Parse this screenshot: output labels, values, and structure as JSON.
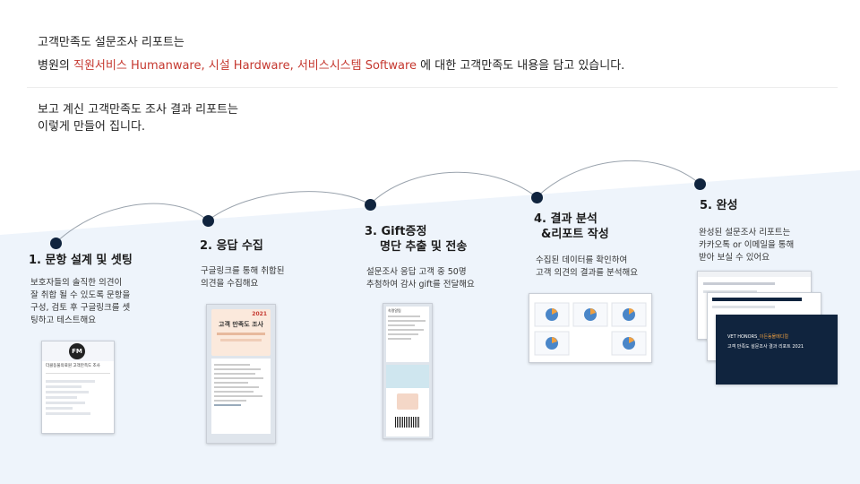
{
  "header": {
    "title": "고객만족도 설문조사 리포트는",
    "line_prefix": "병원의 ",
    "line_accent": "직원서비스 Humanware, 시설 Hardware, 서비스시스템 Software",
    "line_suffix": " 에 대한 고객만족도 내용을 담고 있습니다."
  },
  "intro": {
    "line1": "보고 계신 고객만족도 조사 결과 리포트는",
    "line2": "이렇게 만들어 집니다."
  },
  "steps": [
    {
      "title": "1. 문항 설계 및 셋팅",
      "desc": [
        "보호자들의 솔직한 의견이",
        "잘 취합 될 수 있도록 문항을",
        "구성, 검토 후 구글링크를 셋",
        "팅하고 테스트해요"
      ]
    },
    {
      "title": "2. 응답 수집",
      "desc": [
        "구글링크를 통해 취합된",
        "의견을 수집해요"
      ]
    },
    {
      "title": [
        "3. Gift증정",
        "명단 추출 및 전송"
      ],
      "desc": [
        "설문조사 응답 고객  중 50명",
        "추첨하여 감사 gift를 전달해요"
      ]
    },
    {
      "title": [
        "4. 결과 분석",
        "&리포트 작성"
      ],
      "desc": [
        "수집된 데이터를 확인하여",
        "고객 의견의 결과를 분석해요"
      ]
    },
    {
      "title": "5. 완성",
      "desc": [
        "완성된 설문조사 리포트는",
        "카카오톡 or 이메일을 통해",
        "받아 보실 수 있어요"
      ]
    }
  ],
  "thumbs": {
    "form_logo": "FM",
    "form_title": "더클동물의료원 고객만족도 조사",
    "kakao_year": "2021",
    "kakao_title": "고객 만족도 조사",
    "gift_header": "속명알림",
    "report_brand": "VET HONORS_",
    "report_brand_accent": "이든동물메디컬",
    "report_title": "고객 만족도 설문조사 결과 리포트 2021"
  },
  "colors": {
    "accent": "#c5382f",
    "navy": "#10243e",
    "band": "#eef3fa",
    "pie": "#4a86c8"
  }
}
